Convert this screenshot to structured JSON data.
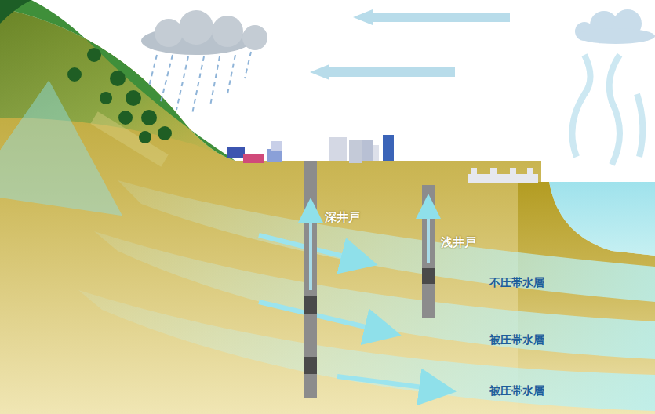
{
  "diagram": {
    "labels": [
      "深井戸",
      "浅井戸",
      "不圧帯水層",
      "被圧帯水層",
      "被圧帯水層"
    ]
  }
}
